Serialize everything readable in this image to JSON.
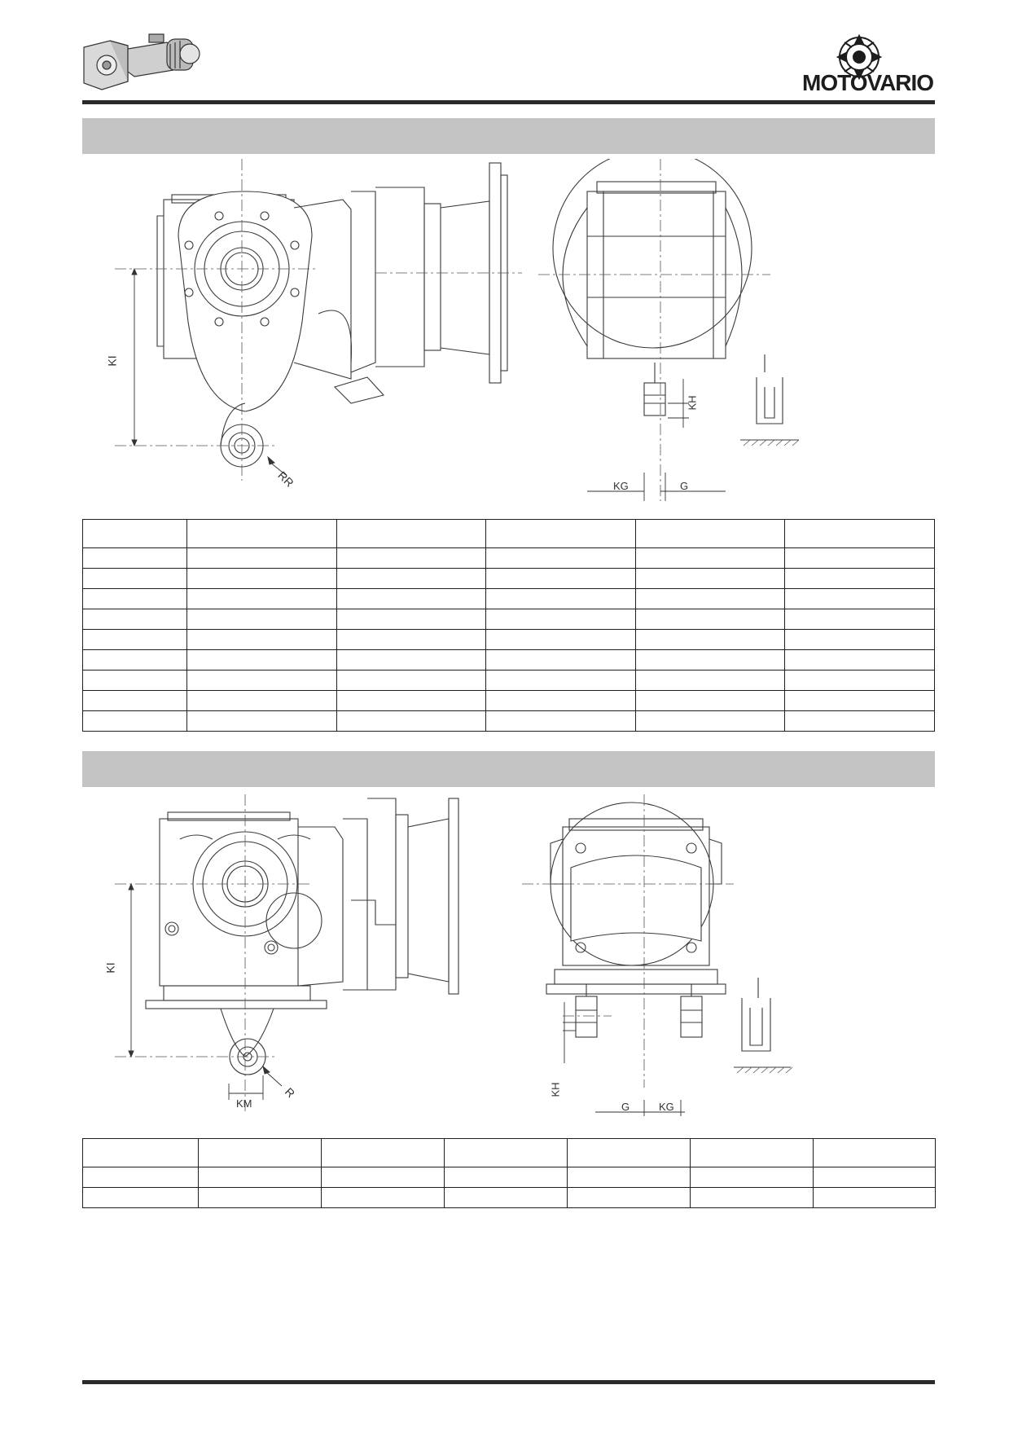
{
  "brand": {
    "name": "MOTOVARIO",
    "logo_icon": "motovario-emblem-icon",
    "product_icon": "gear-motor-thumbnail-icon"
  },
  "figure1": {
    "dim_KI": "KI",
    "dim_RR": "RR",
    "dim_KH": "KH",
    "dim_KG": "KG",
    "dim_G": "G"
  },
  "figure2": {
    "dim_KI": "KI",
    "dim_R": "R",
    "dim_KM": "KM",
    "dim_KH": "KH",
    "dim_G": "G",
    "dim_KG": "KG"
  },
  "table1": {
    "columns": 6,
    "rows": 10,
    "col_widths": [
      128,
      183,
      183,
      183,
      183,
      183
    ]
  },
  "table2": {
    "columns": 7,
    "rows": 3,
    "col_widths": [
      142,
      151,
      151,
      151,
      151,
      151,
      150
    ]
  },
  "colors": {
    "band": "#c4c4c4",
    "rule": "#2a2a2a",
    "line": "#3a3a3a"
  }
}
